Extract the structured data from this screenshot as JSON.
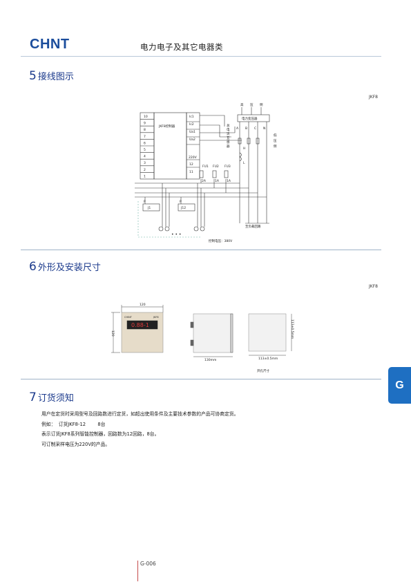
{
  "header": {
    "brand": "CHNT",
    "category": "电力电子及其它电器类"
  },
  "sections": {
    "wiring": {
      "number": "5",
      "title": "接线图示",
      "model": "JKF8"
    },
    "dimensions": {
      "number": "6",
      "title": "外形及安装尺寸",
      "model": "JKF8"
    },
    "ordering": {
      "number": "7",
      "title": "订货须知"
    }
  },
  "wiring_diagram": {
    "terminals": [
      "10",
      "9",
      "8",
      "7",
      "6",
      "5",
      "4",
      "3",
      "2",
      "1"
    ],
    "controller_label": "JKF8控制器",
    "right_terminals": [
      "Ic1",
      "Ic2",
      "Ua1",
      "Ua2",
      "220V",
      "12",
      "11"
    ],
    "top_labels": [
      "高",
      "压",
      "侧"
    ],
    "transformer": "电力变压器",
    "phases": [
      "A",
      "B",
      "C",
      "N"
    ],
    "ct_label": [
      "总",
      "电",
      "流",
      "互",
      "感",
      "器"
    ],
    "low_side": [
      "低",
      "压",
      "侧"
    ],
    "fuses": [
      "FU1",
      "FU2",
      "FU3"
    ],
    "fuse_ratings": [
      "2A",
      "1A",
      "1A"
    ],
    "h_label": "H",
    "l_label": "L",
    "contactors": [
      "J1",
      "J12"
    ],
    "p_labels": [
      "P",
      "P"
    ],
    "dots": "• • •",
    "load_label": "至负载回路",
    "voltage_note": "控制电压：380V"
  },
  "dimension_drawing": {
    "width_label": "120",
    "height_label": "120",
    "depth_label": "130mm",
    "cutout_w": "113±0.5mm",
    "cutout_h": "113±0.5mm",
    "cutout_note": "开孔尺寸",
    "device_brand": "CHINT",
    "device_model": "JKF8",
    "display": "0.88-1"
  },
  "ordering": {
    "lines": [
      "用户在定货时采用型号及回路数进行定货，如超出使用条件及主要技术参数的产品可协商定货。",
      "例如：  订货JKF8-12        8台",
      "表示订货JKF8系列智能控制器，回路数为12回路，8台。",
      "可订制采样电压为220V的产品。"
    ]
  },
  "side_tab": "G",
  "page_number": "G-006",
  "colors": {
    "brand": "#1e6fc2",
    "logo": "#1b4d9c",
    "heading": "#1b3a8c",
    "accent_rule": "#c44a4a"
  }
}
